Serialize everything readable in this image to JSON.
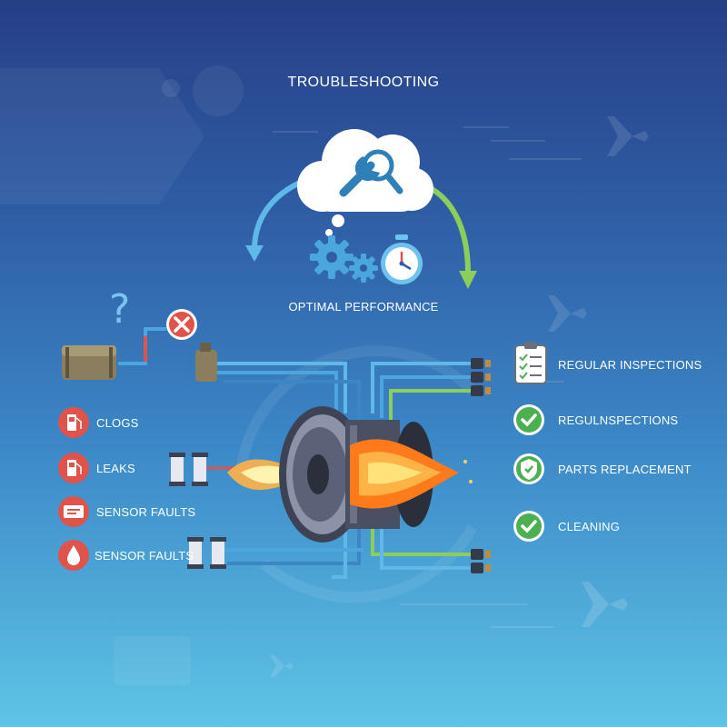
{
  "title": "TROUBLESHOOTING",
  "subtitle": "OPTIMAL PERFORMANCE",
  "problems": [
    {
      "label": "CLOGS",
      "icon": "fuel-pump-icon"
    },
    {
      "label": "LEAKS",
      "icon": "fuel-pump-icon"
    },
    {
      "label": "SENSOR FAULTS",
      "icon": "sensor-icon"
    },
    {
      "label": "SENSOR FAULTS",
      "icon": "droplet-icon"
    }
  ],
  "solutions": [
    {
      "label": "REGULAR INSPECTIONS",
      "icon": "clipboard-checklist-icon"
    },
    {
      "label": "REGULNSPECTIONS",
      "icon": "check-circle-icon"
    },
    {
      "label": "PARTS REPLACEMENT",
      "icon": "shield-check-icon"
    },
    {
      "label": "CLEANING",
      "icon": "check-circle-icon"
    }
  ],
  "colors": {
    "problem_badge": "#e0534a",
    "solution_badge": "#4caf50",
    "pipe_blue": "#5fb8e8",
    "pipe_green": "#8bcf5a",
    "flame": "#ff8a1f"
  }
}
